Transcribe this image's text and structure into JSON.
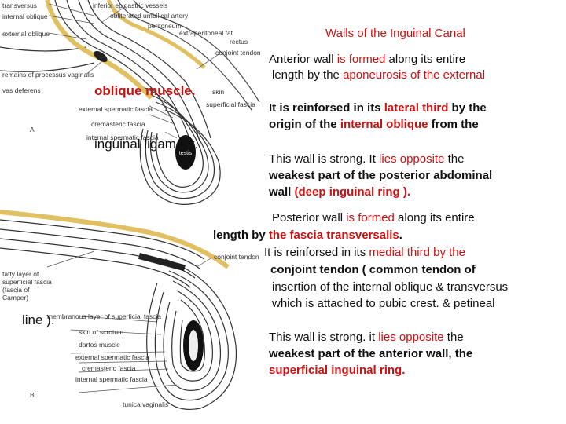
{
  "figure": {
    "labels_a": [
      "transversus",
      "internal oblique",
      "external oblique",
      "inferior epigastric vessels",
      "obliterated umbilical artery",
      "peritoneum",
      "extraperitoneal fat",
      "rectus",
      "conjoint tendon",
      "remains of processus vaginalis",
      "vas deferens",
      "skin",
      "external spermatic fascia",
      "cremasteric fascia",
      "internal spermatic fascia",
      "superficial fascia",
      "testis",
      "A"
    ],
    "labels_b": [
      "conjoint tendon",
      "fatty layer of superficial fascia (fascia of Camper)",
      "membranous layer of superficial fascia",
      "skin of scrotum",
      "dartos muscle",
      "external spermatic fascia",
      "cremasteric fascia",
      "internal spermatic fascia",
      "tunica vaginalis",
      "B"
    ],
    "overlay_oblique": "oblique muscle.",
    "overlay_inguinal": "inguinal ligament.",
    "overlay_line": "line )."
  },
  "text": {
    "title": "Walls of the Inguinal Canal",
    "p1_l1": [
      {
        "t": "Anterior wall ",
        "c": "#111111"
      },
      {
        "t": "is formed",
        "c": "#cc1111"
      },
      {
        "t": " along its ",
        "c": "#111111"
      },
      {
        "t": "entire",
        "c": "#111111"
      }
    ],
    "p1_l2": [
      {
        "t": "length by the ",
        "c": "#111111"
      },
      {
        "t": "aponeurosis of the external",
        "c": "#cc1111"
      }
    ],
    "p2_l1": [
      {
        "t": "It is reinforsed",
        "c": "#111111"
      },
      {
        "t": " in its ",
        "c": "#111111"
      },
      {
        "t": "lateral third",
        "c": "#cc1111"
      },
      {
        "t": " by the",
        "c": "#111111"
      }
    ],
    "p2_l2": [
      {
        "t": "origin of the ",
        "c": "#111111"
      },
      {
        "t": "internal oblique",
        "c": "#cc1111"
      },
      {
        "t": " from the",
        "c": "#111111"
      }
    ],
    "p3_l1": [
      {
        "t": "This wall is ",
        "c": "#111111"
      },
      {
        "t": "strong. It ",
        "c": "#111111"
      },
      {
        "t": "lies opposite",
        "c": "#cc1111"
      },
      {
        "t": " the",
        "c": "#111111"
      }
    ],
    "p3_l2": [
      {
        "t": "weakest part of the posterior abdominal",
        "c": "#111111"
      }
    ],
    "p3_l3": [
      {
        "t": "wall ",
        "c": "#111111"
      },
      {
        "t": "(deep inguinal ring ).",
        "c": "#cc1111"
      }
    ],
    "p4_l1": [
      {
        "t": "Posterior wall ",
        "c": "#111111"
      },
      {
        "t": "is formed",
        "c": "#cc1111"
      },
      {
        "t": " along its entire",
        "c": "#111111"
      }
    ],
    "p4_l2": [
      {
        "t": "length by ",
        "c": "#111111"
      },
      {
        "t": "the fascia transversalis",
        "c": "#cc1111"
      },
      {
        "t": ".",
        "c": "#111111"
      }
    ],
    "p4_l3": [
      {
        "t": "It is ",
        "c": "#111111"
      },
      {
        "t": "reinforsed",
        "c": "#111111"
      },
      {
        "t": " in its ",
        "c": "#111111"
      },
      {
        "t": "medial third by the",
        "c": "#cc1111"
      }
    ],
    "p4_l4": [
      {
        "t": "conjoint tendon ( common tendon of",
        "c": "#111111"
      }
    ],
    "p4_l5": [
      {
        "t": "insertion",
        "c": "#111111"
      },
      {
        "t": " of the internal oblique & transversus",
        "c": "#111111"
      }
    ],
    "p4_l6": [
      {
        "t": "which is attached to pubic crest. & petineal",
        "c": "#111111"
      }
    ],
    "p5_l1": [
      {
        "t": "This wall is ",
        "c": "#111111"
      },
      {
        "t": "strong. it ",
        "c": "#111111"
      },
      {
        "t": "lies opposite",
        "c": "#cc1111"
      },
      {
        "t": " the",
        "c": "#111111"
      }
    ],
    "p5_l2": [
      {
        "t": "weakest part of the anterior wall",
        "c": "#111111"
      },
      {
        "t": ", the",
        "c": "#111111"
      }
    ],
    "p5_l3": [
      {
        "t": "superficial inguinal ring.",
        "c": "#cc1111"
      }
    ]
  },
  "colors": {
    "accent_red": "#cc1111",
    "text": "#111111",
    "diagram_line": "#333333",
    "testis_fill": "#111111"
  }
}
